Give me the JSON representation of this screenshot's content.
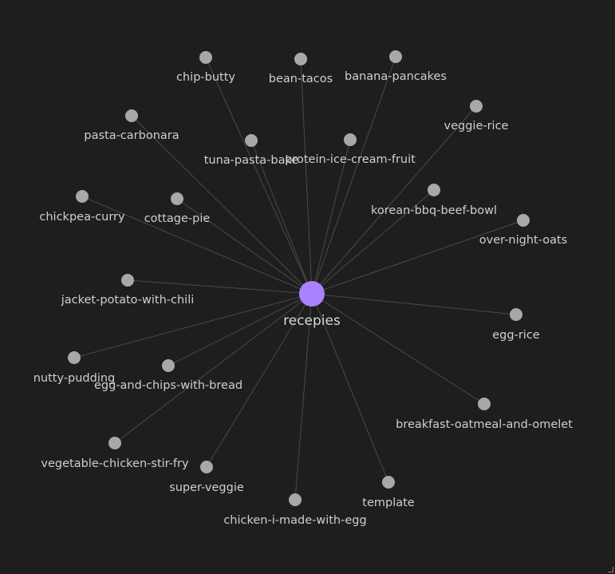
{
  "graph": {
    "colors": {
      "background": "#1e1e1e",
      "edge": "#4a4a4a",
      "node": "#a8a8a8",
      "center_node": "#a882ff",
      "label": "#cfcfcf"
    },
    "center": {
      "label": "recepies"
    },
    "nodes": [
      {
        "label": "chip-butty"
      },
      {
        "label": "bean-tacos"
      },
      {
        "label": "banana-pancakes"
      },
      {
        "label": "pasta-carbonara"
      },
      {
        "label": "veggie-rice"
      },
      {
        "label": "tuna-pasta-bake"
      },
      {
        "label": "protein-ice-cream-fruit"
      },
      {
        "label": "chickpea-curry"
      },
      {
        "label": "cottage-pie"
      },
      {
        "label": "korean-bbq-beef-bowl"
      },
      {
        "label": "over-night-oats"
      },
      {
        "label": "jacket-potato-with-chili"
      },
      {
        "label": "egg-rice"
      },
      {
        "label": "nutty-pudding"
      },
      {
        "label": "egg-and-chips-with-bread"
      },
      {
        "label": "breakfast-oatmeal-and-omelet"
      },
      {
        "label": "vegetable-chicken-stir-fry"
      },
      {
        "label": "super-veggie"
      },
      {
        "label": "template"
      },
      {
        "label": "chicken-i-made-with-egg"
      }
    ]
  }
}
